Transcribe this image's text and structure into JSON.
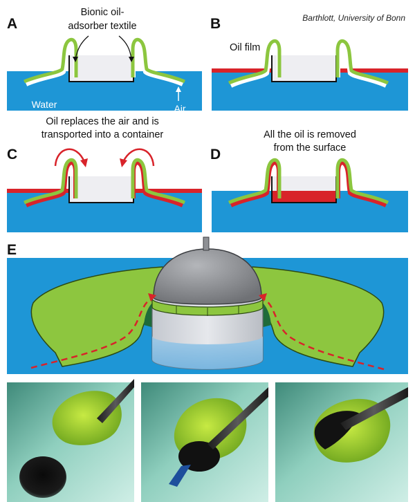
{
  "credit": "Barthlott, University of Bonn",
  "colors": {
    "water": "#1e96d6",
    "oil": "#d8232a",
    "textile_green": "#8cc63f",
    "textile_fill": "#8dc63f",
    "textile_white": "#ffffff",
    "container": "#eeeef2",
    "dome": "#8f9195"
  },
  "panels": {
    "a": {
      "letter": "A",
      "caption_lines": [
        "Bionic oil-",
        "adsorber textile"
      ],
      "water_label": "Water",
      "air_label": "Air"
    },
    "b": {
      "letter": "B",
      "oil_label": "Oil film"
    },
    "c": {
      "letter": "C",
      "caption_lines": [
        "Oil replaces the air and is",
        "transported into a container"
      ]
    },
    "d": {
      "letter": "D",
      "caption_lines": [
        "All the oil is removed",
        "from the surface"
      ]
    },
    "e": {
      "letter": "E"
    }
  },
  "photos": [
    {
      "description": "green textile pad held by tweezers beside a dark oil drop"
    },
    {
      "description": "green textile pad absorbing the dark oil drop"
    },
    {
      "description": "green textile pad after the oil has been removed"
    }
  ]
}
